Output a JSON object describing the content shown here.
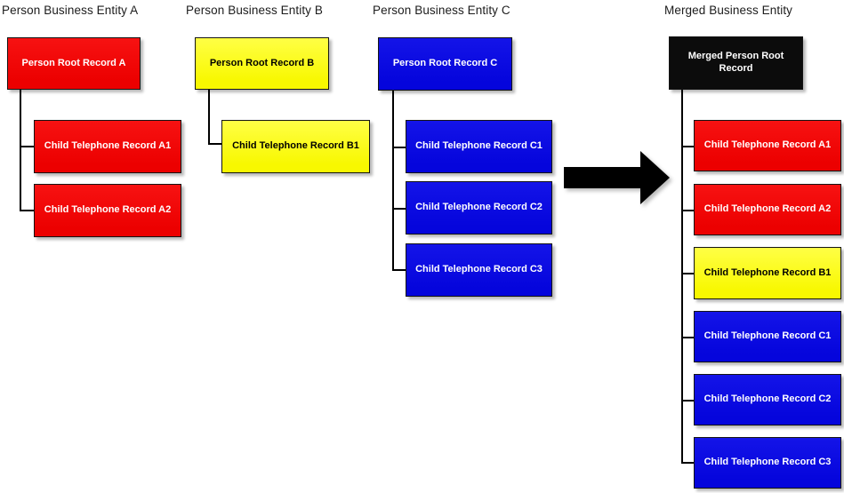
{
  "colors": {
    "entity_a_red": "#ee0404",
    "entity_b_yellow": "#fbfb00",
    "entity_c_blue": "#0a0ae0",
    "merged_black": "#0c0c0c",
    "connector": "#000000",
    "shadow": "#b9b9b9",
    "title_text": "#1c1c1c"
  },
  "entities": {
    "a": {
      "title": "Person Business Entity A",
      "root_label": "Person Root Record A",
      "children": [
        "Child Telephone Record A1",
        "Child Telephone Record A2"
      ]
    },
    "b": {
      "title": "Person Business Entity B",
      "root_label": "Person Root Record B",
      "children": [
        "Child Telephone Record B1"
      ]
    },
    "c": {
      "title": "Person Business Entity C",
      "root_label": "Person Root Record C",
      "children": [
        "Child Telephone Record C1",
        "Child Telephone Record C2",
        "Child Telephone Record C3"
      ]
    },
    "merged": {
      "title": "Merged Business Entity",
      "root_label": "Merged Person Root Record",
      "children": [
        "Child Telephone Record A1",
        "Child Telephone Record A2",
        "Child Telephone Record B1",
        "Child Telephone Record C1",
        "Child Telephone Record C2",
        "Child Telephone Record C3"
      ]
    }
  },
  "arrow": {
    "meaning": "merge",
    "direction": "right"
  }
}
